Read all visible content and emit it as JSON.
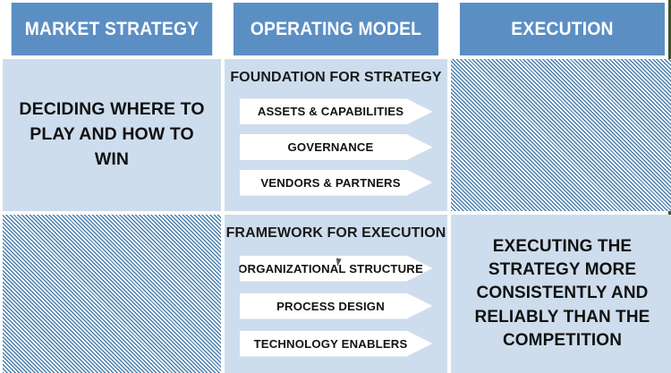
{
  "matrix": {
    "headers": [
      {
        "label": "MARKET STRATEGY"
      },
      {
        "label": "OPERATING MODEL"
      },
      {
        "label": "EXECUTION"
      }
    ],
    "row1": {
      "market_strategy": {
        "text": "DECIDING WHERE TO PLAY AND HOW TO WIN",
        "fill": "solid"
      },
      "operating_model": {
        "title": "FOUNDATION FOR STRATEGY",
        "arrows": [
          {
            "label": "ASSETS & CAPABILITIES"
          },
          {
            "label": "GOVERNANCE"
          },
          {
            "label": "VENDORS & PARTNERS"
          }
        ]
      },
      "execution": {
        "text": "",
        "fill": "hatched"
      }
    },
    "row2": {
      "market_strategy": {
        "text": "",
        "fill": "hatched"
      },
      "operating_model": {
        "title": "FRAMEWORK FOR EXECUTION",
        "arrows": [
          {
            "label": "ORGANIZATIONAL STRUCTURE"
          },
          {
            "label": "PROCESS DESIGN"
          },
          {
            "label": "TECHNOLOGY ENABLERS"
          }
        ]
      },
      "execution": {
        "text": "EXECUTING THE STRATEGY MORE CONSISTENTLY AND RELIABLY THAN THE COMPETITION",
        "fill": "solid"
      }
    }
  },
  "colors": {
    "header_blue": "#5b8fc4",
    "cell_blue": "#cedded",
    "hatch_line": "#4a7fae",
    "arrow_fill": "#ffffff",
    "text_dark": "#111111",
    "edge_rule": "#3d5229"
  }
}
